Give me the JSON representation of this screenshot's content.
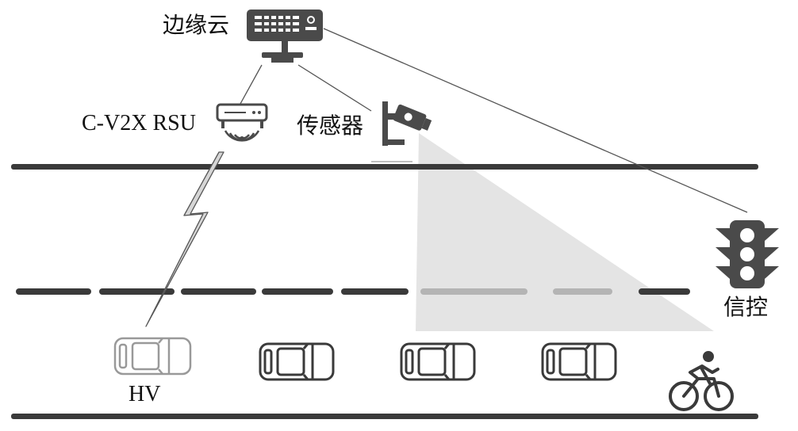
{
  "labels": {
    "edge_cloud": "边缘云",
    "rsu": "C-V2X RSU",
    "sensor": "传感器",
    "signal": "信控",
    "hv": "HV"
  },
  "colors": {
    "road_line": "#3a3a3a",
    "lane_dash_dark": "#3a3a3a",
    "lane_dash_light": "#b4b4b4",
    "coverage": "#e4e4e4",
    "device": "#4a4a4a",
    "link_line": "#555555"
  },
  "icons": {
    "edge_cloud": "server-icon",
    "rsu": "wireless-router-icon",
    "sensor": "camera-icon",
    "signal": "traffic-light-icon",
    "cyclist": "cyclist-icon",
    "car": "car-icon",
    "radio_link": "lightning-bolt-icon"
  }
}
